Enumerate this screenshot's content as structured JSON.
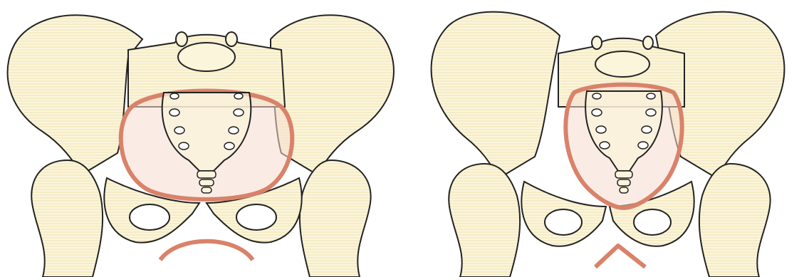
{
  "figure": {
    "panels": [
      {
        "id": "left",
        "subject": "pelvis-illustration-rounded-inlet"
      },
      {
        "id": "right",
        "subject": "pelvis-illustration-heart-shaped-inlet"
      }
    ]
  },
  "colors": {
    "background": "#ffffff",
    "bone_fill": "#fbf5dc",
    "bone_stroke": "#222222",
    "inlet_outline": "#d9826a",
    "inlet_fill": "#f6dccf",
    "shading": "#f1e6b8"
  }
}
